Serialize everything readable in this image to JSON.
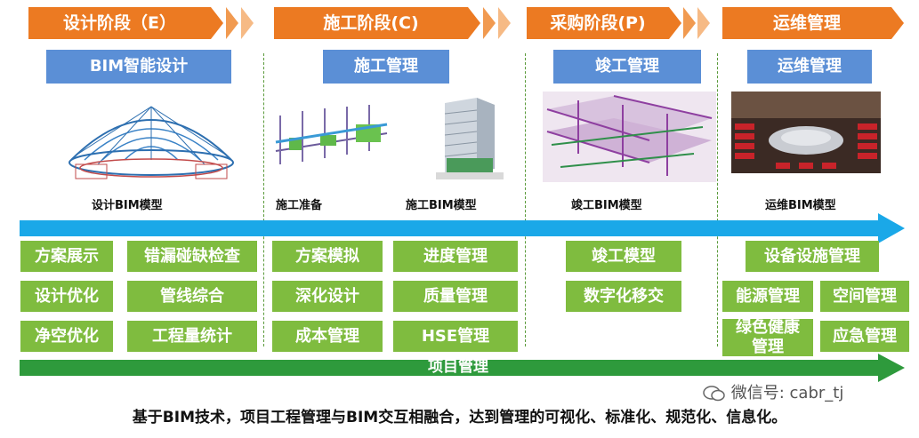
{
  "phases": [
    {
      "label": "设计阶段（E）"
    },
    {
      "label": "施工阶段(C)"
    },
    {
      "label": "采购阶段(P)"
    },
    {
      "label": "运维管理"
    }
  ],
  "modules": [
    "BIM智能设计",
    "施工管理",
    "竣工管理",
    "运维管理"
  ],
  "captions": {
    "design_model": "设计BIM模型",
    "construction_prep": "施工准备",
    "construction_model": "施工BIM模型",
    "completion_model": "竣工BIM模型",
    "om_model": "运维BIM模型"
  },
  "tasks": {
    "design": [
      "方案展示",
      "错漏碰缺检查",
      "设计优化",
      "管线综合",
      "净空优化",
      "工程量统计"
    ],
    "construction": [
      "方案模拟",
      "进度管理",
      "深化设计",
      "质量管理",
      "成本管理",
      "HSE管理"
    ],
    "completion": [
      "竣工模型",
      "数字化移交"
    ],
    "om": [
      "设备设施管理",
      "能源管理",
      "空间管理",
      "绿色健康管理",
      "应急管理"
    ]
  },
  "project_management": "项目管理",
  "footer": "基于BIM技术，项目工程管理与BIM交互相融合，达到管理的可视化、标准化、规范化、信息化。",
  "watermark": "微信号: cabr_tj",
  "colors": {
    "phase": "#ec7a22",
    "module": "#5b8fd6",
    "task": "#7fbc3f",
    "timeline": "#1aa8e8",
    "pm_arrow": "#2e9a3c"
  }
}
